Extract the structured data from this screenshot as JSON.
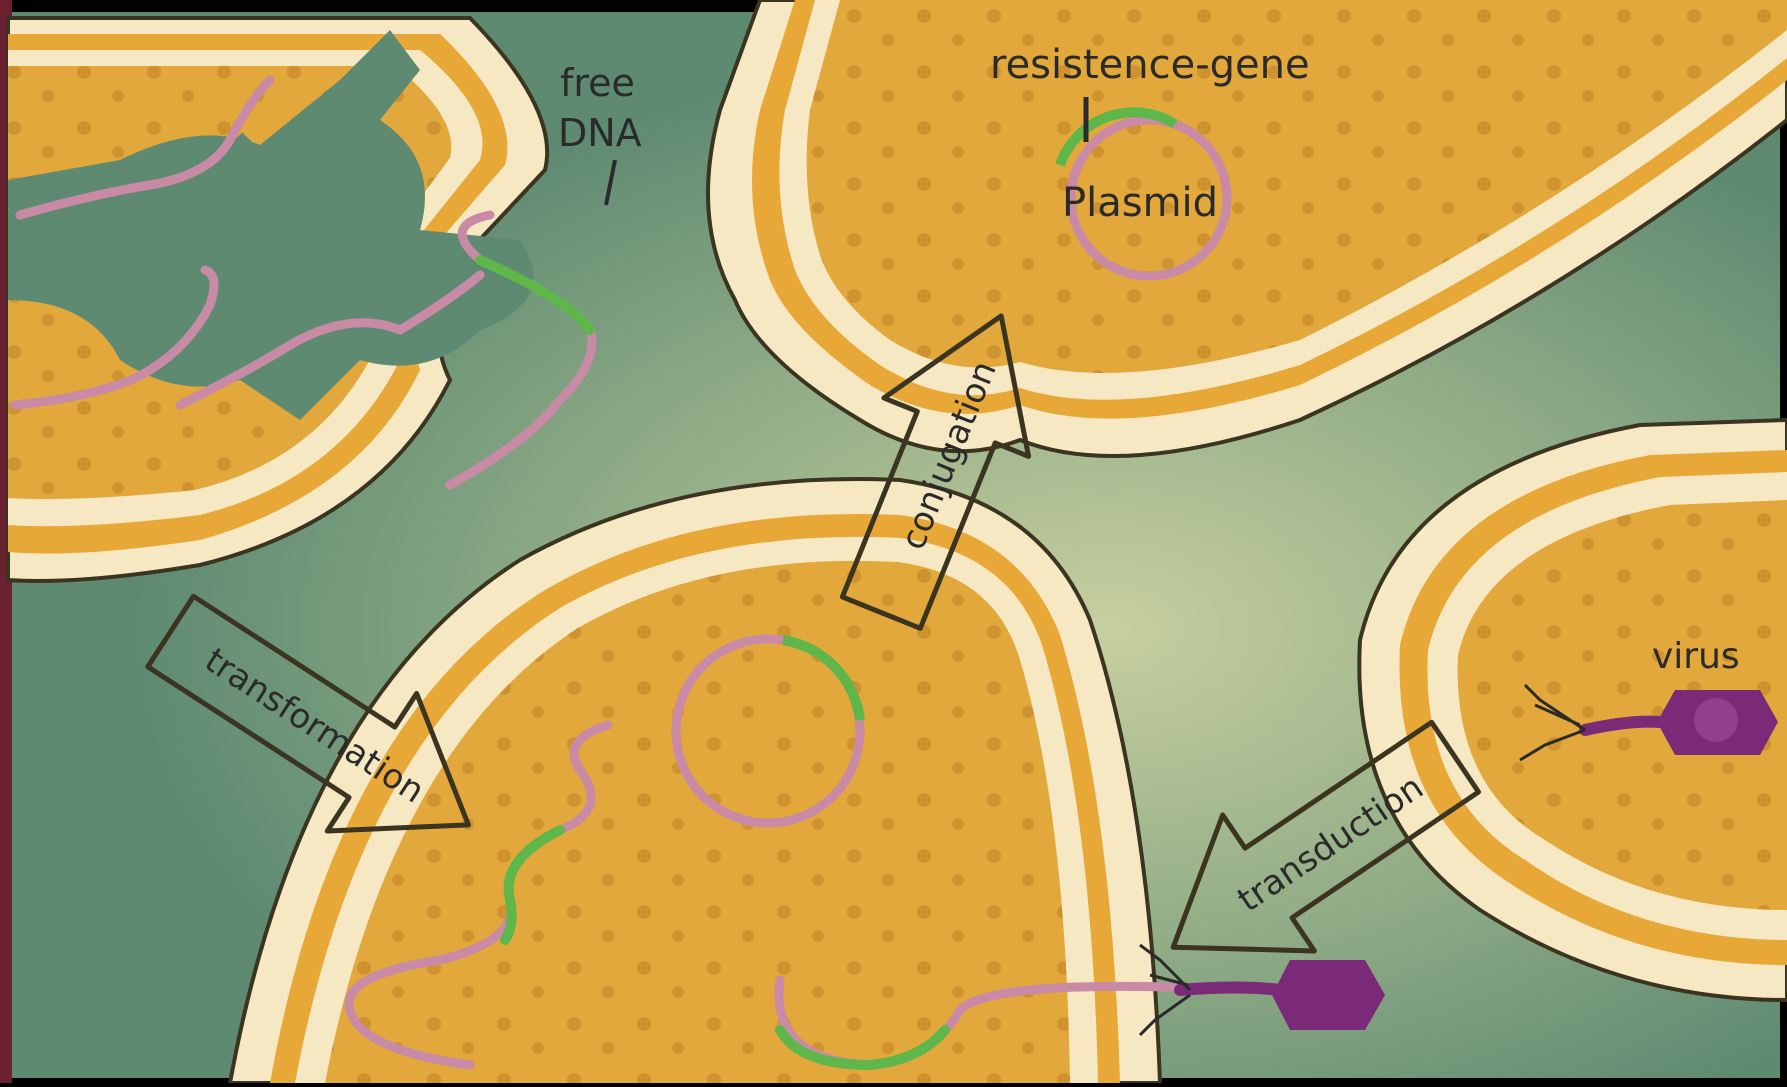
{
  "labels": {
    "free_dna_line1": "free",
    "free_dna_line2": "DNA",
    "resistance_gene": "resistence-gene",
    "plasmid": "Plasmid",
    "virus": "virus",
    "conjugation": "conjugation",
    "transformation": "transformation",
    "transduction": "transduction"
  },
  "colors": {
    "medium": "#5e8a72",
    "medium_light": "#b9c79a",
    "cytoplasm": "#e2a83c",
    "cytoplasm_dark": "#d5962e",
    "membrane": "#f5e8c2",
    "membrane_band": "#e8a838",
    "dna": "#c98aa5",
    "gene": "#5fb64a",
    "virus": "#7b2a78",
    "outline": "#3a3420",
    "text": "#2a2a2a"
  }
}
